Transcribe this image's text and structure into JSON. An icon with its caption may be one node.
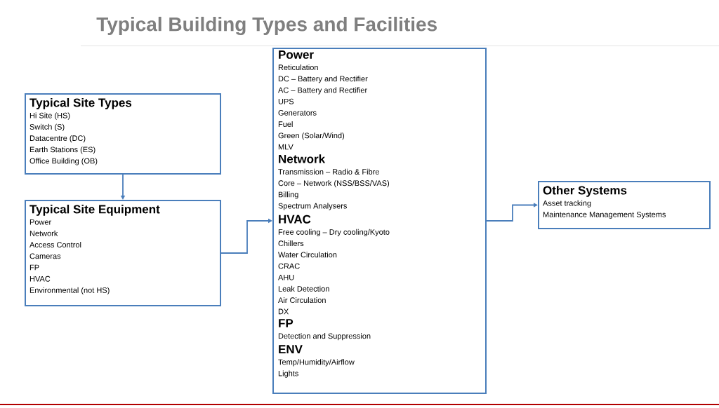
{
  "diagram": {
    "title": "Typical Building Types and Facilities",
    "nodes": [
      {
        "text": [
          "Typical Site Types",
          "Hi Site (HS)",
          "Switch (S)",
          "Datacentre (DC)",
          "Earth Stations (ES)",
          "Office Building (OB)"
        ]
      },
      {
        "text": [
          "Typical Site Equipment",
          "Power",
          "Network",
          "Access Control",
          "Cameras",
          "FP",
          "HVAC",
          "Environmental (not HS)"
        ]
      },
      {
        "text": [],
        "shape": "box"
      },
      {
        "text": [
          "Power",
          "Reticulation",
          "DC – Battery and Rectifier",
          "AC – Battery and Rectifier",
          "UPS",
          "Generators",
          "Fuel",
          "Green (Solar/Wind)",
          "MLV"
        ],
        "in": 2
      },
      {
        "text": [
          "Network",
          "Transmission – Radio & Fibre",
          "Core – Network (NSS/BSS/VAS)",
          "Billing",
          "Spectrum Analysers"
        ],
        "in": 2
      },
      {
        "text": [
          "HVAC",
          "Free cooling – Dry cooling/Kyoto",
          "Chillers",
          "Water Circulation",
          "CRAC",
          "AHU",
          "Leak Detection",
          "Air Circulation",
          "DX"
        ],
        "in": 2
      },
      {
        "text": [
          "FP",
          "Detection and Suppression"
        ],
        "in": 2
      },
      {
        "text": [
          "ENV",
          "Temp/Humidity/Airflow",
          "Lights"
        ],
        "in": 2
      },
      {
        "text": [
          "Other Systems",
          "Asset tracking",
          "Maintenance Management Systems"
        ]
      }
    ],
    "edges": [
      {
        "from": 0,
        "to": 1,
        "arrow": "to"
      },
      {
        "from": 1,
        "to": 2,
        "arrow": "to"
      },
      {
        "from": 2,
        "to": 8,
        "arrow": "to"
      }
    ]
  }
}
